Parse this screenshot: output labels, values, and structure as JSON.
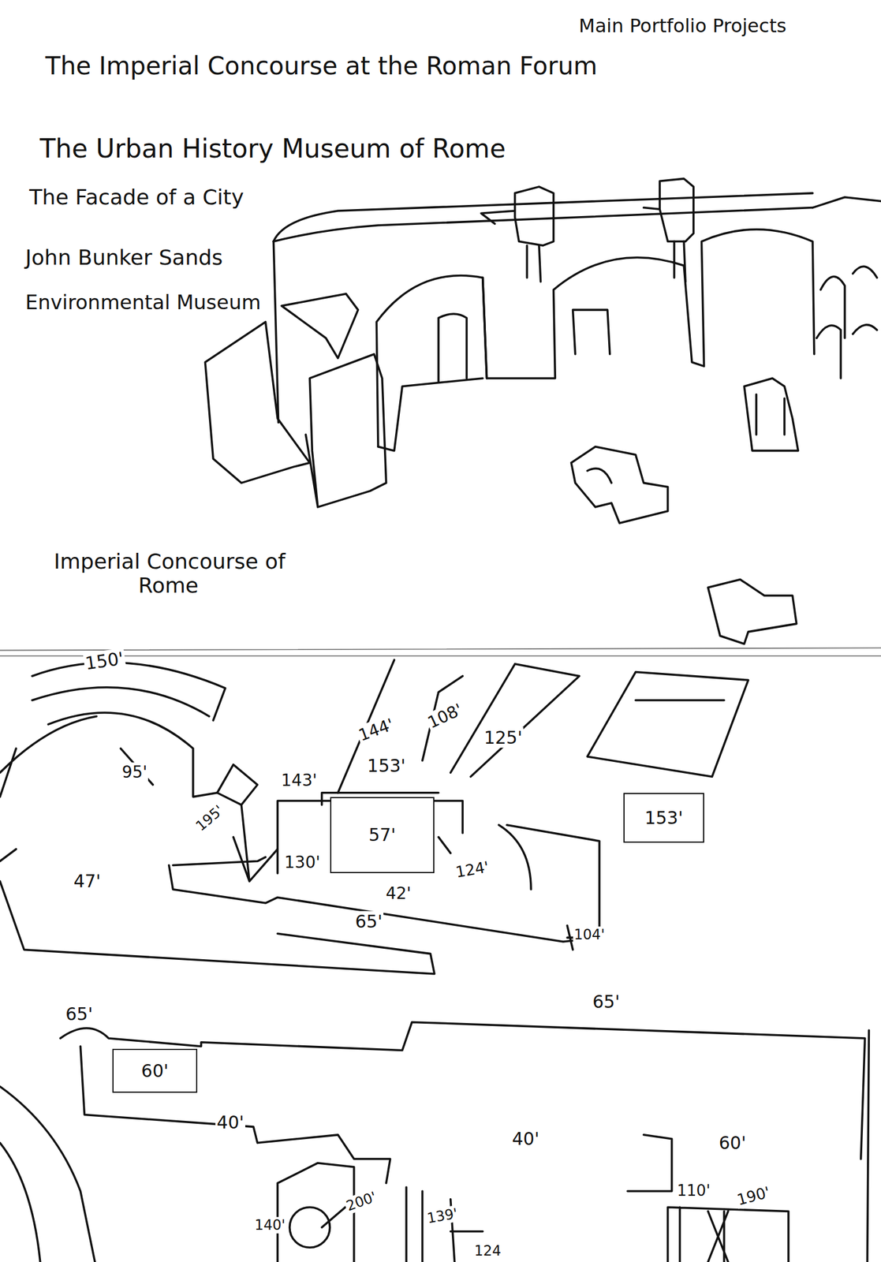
{
  "diagram": {
    "title": "Main Portfolio Projects",
    "nodes": [
      {
        "text": [
          "57'"
        ]
      },
      {
        "text": [
          "153'"
        ]
      },
      {
        "text": [
          "60'"
        ]
      }
    ],
    "labels": [
      "The Imperial Concourse at the Roman Forum",
      "The Urban History Museum of Rome",
      "The Facade of a City",
      "John Bunker Sands",
      "Environmental Museum",
      "Imperial Concourse of Rome",
      "150'",
      "95'",
      "144'",
      "108'",
      "153'",
      "143'",
      "125'",
      "195'",
      "130'",
      "124'",
      "47'",
      "42'",
      "65'",
      "104'",
      "65'",
      "65'",
      "40'",
      "40'",
      "60'",
      "140'",
      "200'",
      "139'",
      "124",
      "110'",
      "190'"
    ]
  }
}
